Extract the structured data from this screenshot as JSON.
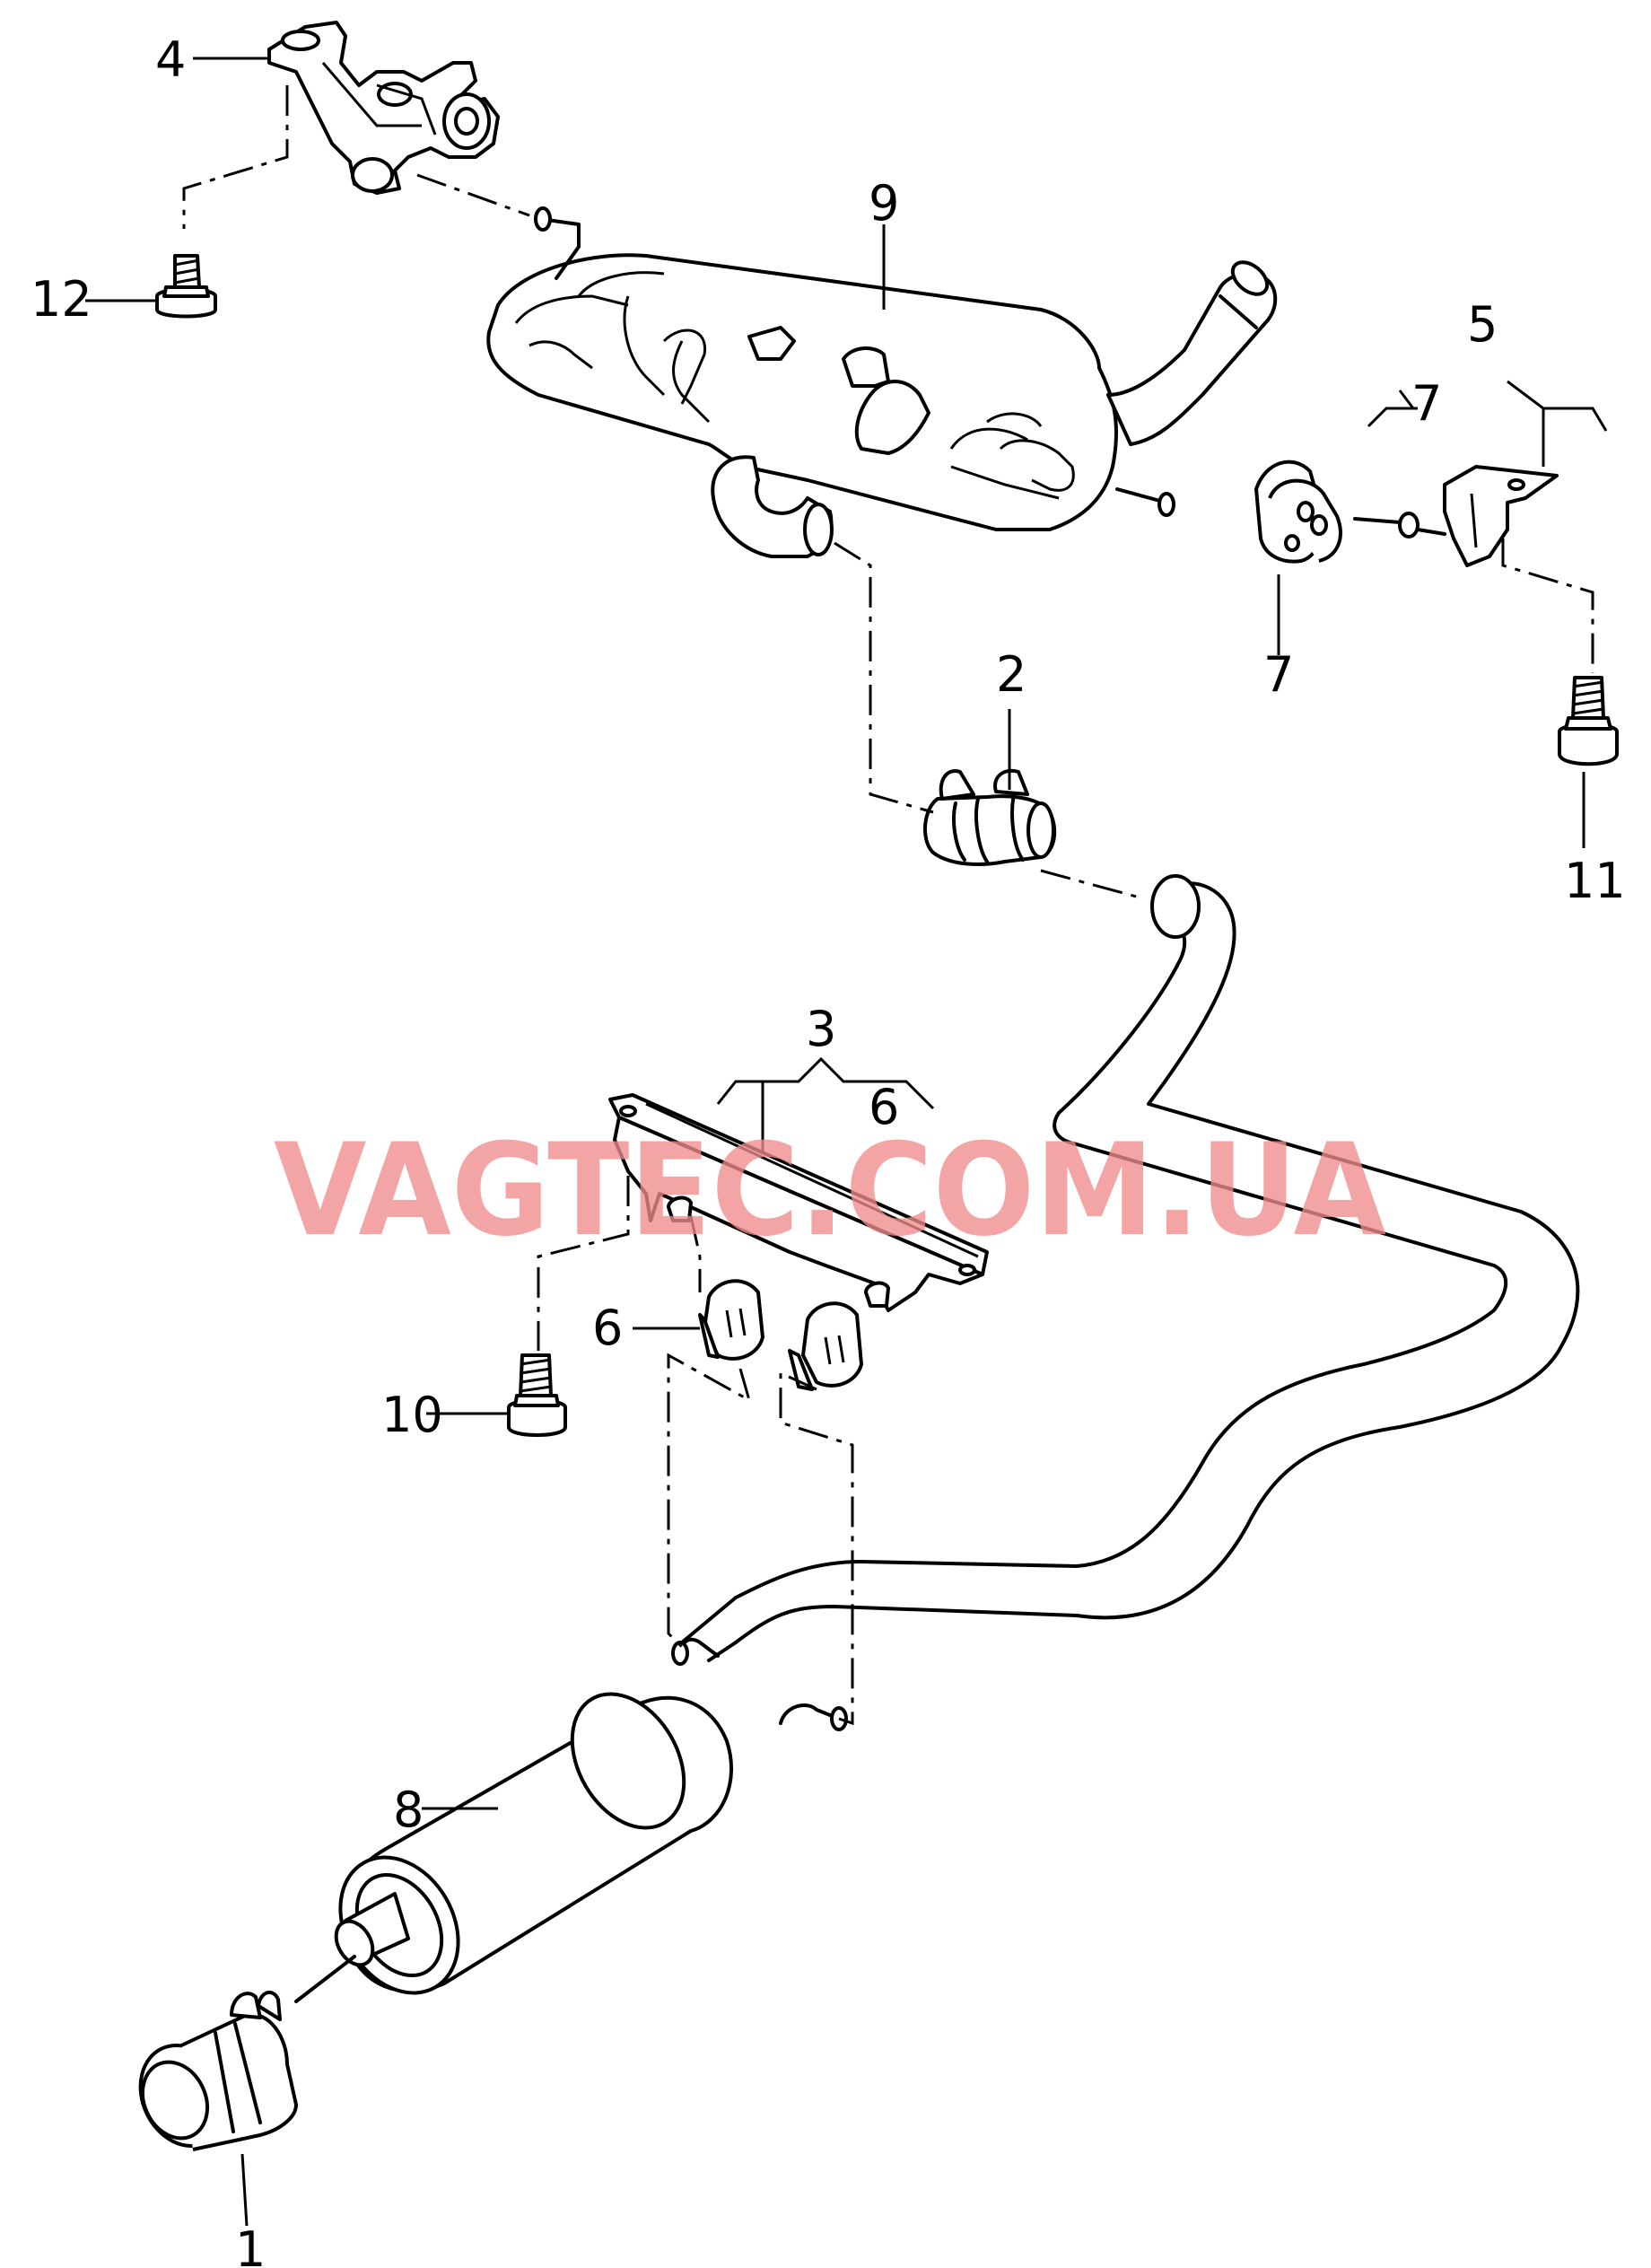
{
  "watermark": "VAGTEC.COM.UA",
  "callouts": {
    "c1": "1",
    "c2": "2",
    "c3": "3",
    "c4": "4",
    "c5": "5",
    "c6a": "6",
    "c6b": "6",
    "c7a": "7",
    "c7b": "7",
    "c8": "8",
    "c9": "9",
    "c10": "10",
    "c11": "11",
    "c12": "12"
  },
  "colors": {
    "line": "#000000",
    "watermark": "#f08a8a",
    "background": "#ffffff"
  }
}
